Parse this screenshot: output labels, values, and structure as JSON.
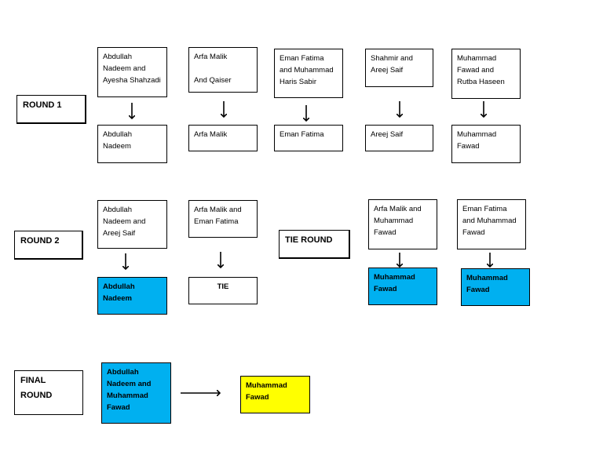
{
  "round1": {
    "label": "ROUND 1",
    "pairs": [
      {
        "entrants": "Abdullah\nNadeem and\nAyesha Shahzadi",
        "winner": "Abdullah\nNadeem"
      },
      {
        "entrants": "Arfa Malik\n\nAnd Qaiser",
        "winner": "Arfa Malik"
      },
      {
        "entrants": "Eman Fatima\nand Muhammad\nHaris Sabir",
        "winner": "Eman Fatima"
      },
      {
        "entrants": "Shahmir and\nAreej Saif",
        "winner": "Areej Saif"
      },
      {
        "entrants": "Muhammad\nFawad and\nRutba Haseen",
        "winner": "Muhammad\nFawad"
      }
    ]
  },
  "round2": {
    "label": "ROUND 2",
    "pairs": [
      {
        "entrants": "Abdullah\nNadeem and\nAreej Saif",
        "winner": "Abdullah\nNadeem"
      },
      {
        "entrants": "Arfa Malik and\nEman Fatima",
        "winner": "TIE"
      }
    ]
  },
  "tie_round": {
    "label": "TIE ROUND",
    "pairs": [
      {
        "entrants": "Arfa Malik and\nMuhammad\nFawad",
        "winner": "Muhammad\nFawad"
      },
      {
        "entrants": "Eman Fatima\nand Muhammad\nFawad",
        "winner": "Muhammad\nFawad"
      }
    ]
  },
  "final_round": {
    "label": "FINAL\nROUND",
    "entrants": "Abdullah\nNadeem and\nMuhammad\nFawad",
    "winner": "Muhammad\nFawad"
  },
  "colors": {
    "winner_highlight": "#00b0f0",
    "champion_highlight": "#ffff00",
    "border": "#000000"
  }
}
